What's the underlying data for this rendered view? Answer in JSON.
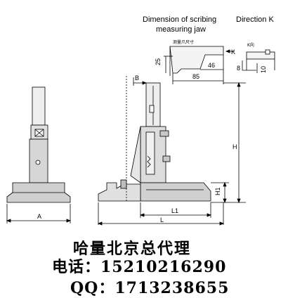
{
  "headers": {
    "jaw_title_line1": "Dimension of scribing",
    "jaw_title_line2": "measuring jaw",
    "direction": "Direction K"
  },
  "labels": {
    "jaw_note": "测量爪尺寸",
    "k_arrow": "K",
    "k_dir": "K向",
    "d25": "25",
    "d46": "46",
    "d85": "85",
    "d8": "8",
    "d10": "10",
    "B": "B",
    "H": "H",
    "H1": "H1",
    "L1": "L1",
    "L": "L",
    "A": "A"
  },
  "contact": {
    "line1": "哈量北京总代理",
    "line2": "电话：15210216290",
    "line3": "QQ：1713238655"
  }
}
